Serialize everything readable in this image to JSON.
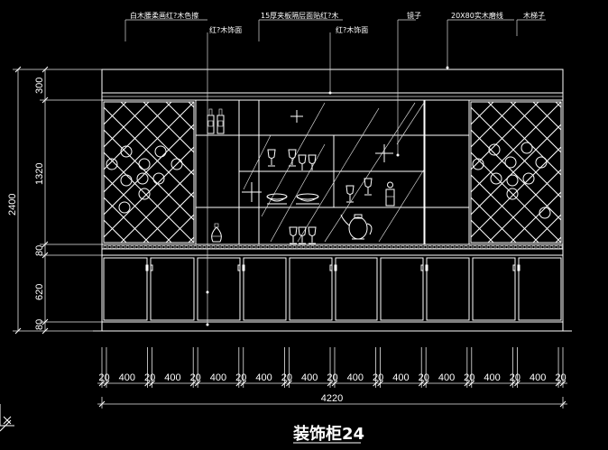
{
  "title": "装饰柜24",
  "colors": {
    "background": "#000000",
    "line": "#ffffff"
  },
  "annotations": [
    "白木腰柔画红?木色擦",
    "15厚夹板隔层面贴红?木",
    "镜子",
    "20X80实木磨线",
    "木梯子",
    "红?木饰面",
    "红?木饰面"
  ],
  "vertical_dims": [
    "300",
    "1320",
    "80",
    "620",
    "80"
  ],
  "total_height": "2400",
  "horizontal_dims": [
    "20",
    "400",
    "20",
    "400",
    "20",
    "400",
    "20",
    "400",
    "20",
    "400",
    "20",
    "400",
    "20",
    "400",
    "20",
    "400",
    "20",
    "400",
    "20",
    "400",
    "20"
  ],
  "total_width": "4220"
}
